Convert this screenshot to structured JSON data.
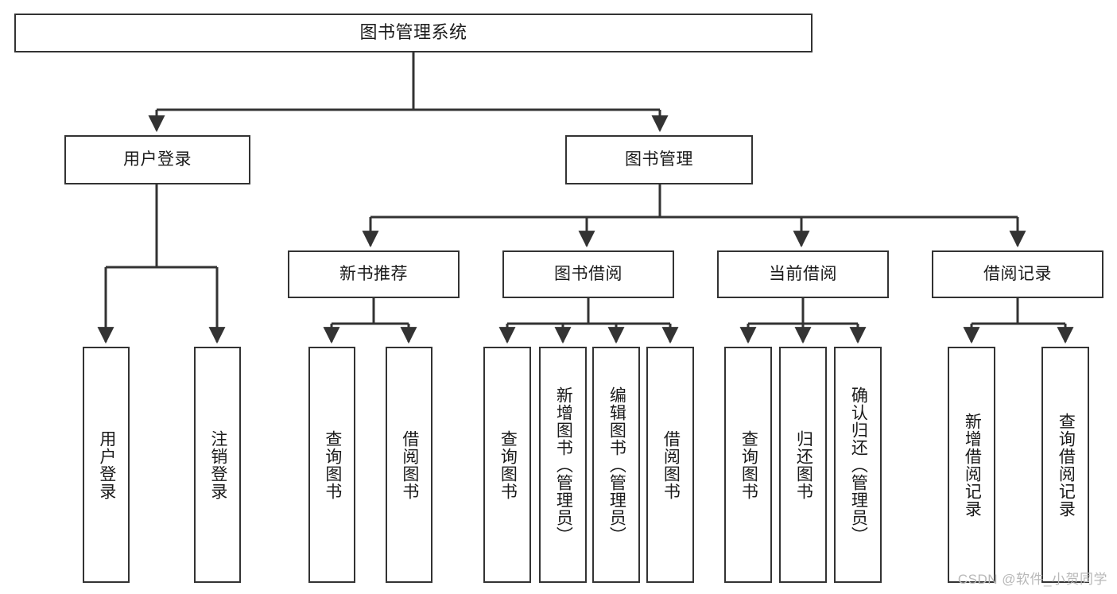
{
  "diagram": {
    "title": "图书管理系统",
    "type": "功能结构图",
    "colors": {
      "line": "#333333",
      "box_border": "#333333",
      "box_fill": "#ffffff",
      "text": "#1a1a1a",
      "watermark": "#b8b8b8"
    }
  },
  "root": {
    "label": "图书管理系统"
  },
  "level2": [
    {
      "id": "user-login",
      "label": "用户登录"
    },
    {
      "id": "book-management",
      "label": "图书管理"
    }
  ],
  "level3": [
    {
      "id": "new-book-recommend",
      "label": "新书推荐"
    },
    {
      "id": "book-borrow",
      "label": "图书借阅"
    },
    {
      "id": "current-borrow",
      "label": "当前借阅"
    },
    {
      "id": "borrow-record",
      "label": "借阅记录"
    }
  ],
  "leaves": {
    "user_login": [
      {
        "id": "leaf-user-login",
        "label": "用户登录"
      },
      {
        "id": "leaf-logout",
        "label": "注销登录"
      }
    ],
    "new_book_recommend": [
      {
        "id": "leaf-query-book-1",
        "label": "查询图书"
      },
      {
        "id": "leaf-borrow-book-1",
        "label": "借阅图书"
      }
    ],
    "book_borrow": [
      {
        "id": "leaf-query-book-2",
        "label": "查询图书"
      },
      {
        "id": "leaf-add-book",
        "label": "新增图书（管理员）"
      },
      {
        "id": "leaf-edit-book",
        "label": "编辑图书（管理员）"
      },
      {
        "id": "leaf-borrow-book-2",
        "label": "借阅图书"
      }
    ],
    "current_borrow": [
      {
        "id": "leaf-query-book-3",
        "label": "查询图书"
      },
      {
        "id": "leaf-return-book",
        "label": "归还图书"
      },
      {
        "id": "leaf-confirm-return",
        "label": "确认归还（管理员）"
      }
    ],
    "borrow_record": [
      {
        "id": "leaf-add-record",
        "label": "新增借阅记录"
      },
      {
        "id": "leaf-query-record",
        "label": "查询借阅记录"
      }
    ]
  },
  "watermark": {
    "text": "CSDN @软件_小贺同学"
  }
}
